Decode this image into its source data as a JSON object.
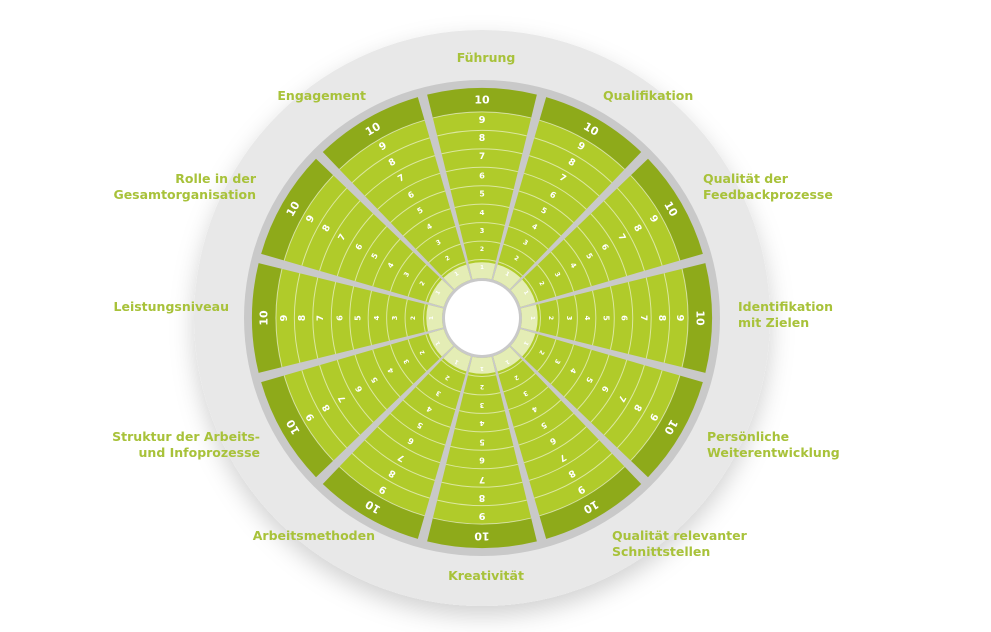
{
  "scale": {
    "levels": [
      "1",
      "2",
      "3",
      "4",
      "5",
      "6",
      "7",
      "8",
      "9",
      "10"
    ]
  },
  "segments": [
    {
      "label": "Führung"
    },
    {
      "label": "Qualifikation"
    },
    {
      "label": "Qualität der\nFeedbackprozesse"
    },
    {
      "label": "Identifikation\nmit Zielen"
    },
    {
      "label": "Persönliche\nWeiterentwicklung"
    },
    {
      "label": "Qualität relevanter\nSchnittstellen"
    },
    {
      "label": "Kreativität"
    },
    {
      "label": "Arbeitsmethoden"
    },
    {
      "label": "Struktur der Arbeits-\nund Infoprozesse"
    },
    {
      "label": "Leistungsniveau"
    },
    {
      "label": "Rolle in der\nGesamtorganisation"
    },
    {
      "label": "Engagement"
    }
  ],
  "colors": {
    "background_disc": "#e8e8e8",
    "gap": "#c9c9c9",
    "inner_band": "#e4edb5",
    "fill": "#b0cb2a",
    "outer_band": "#8eaa1a",
    "label": "#a8c23a",
    "number": "#ffffff"
  }
}
